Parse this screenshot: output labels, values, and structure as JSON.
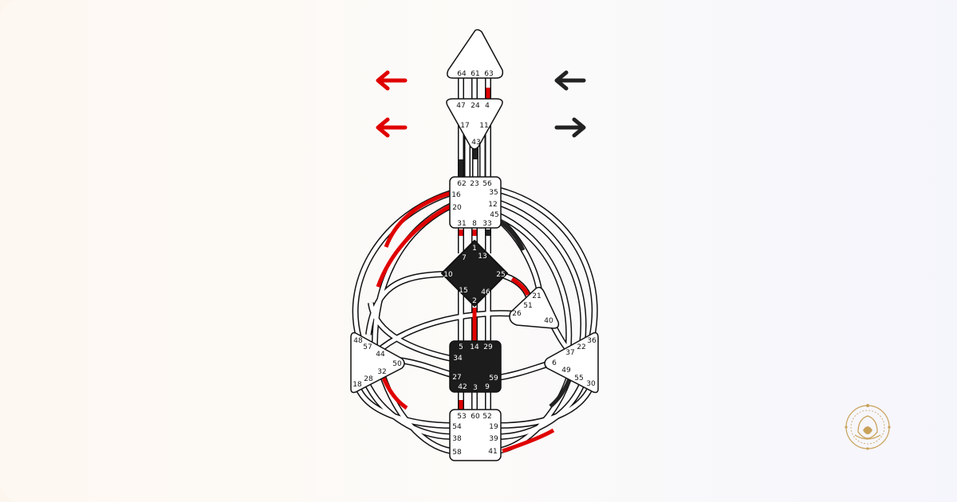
{
  "colors": {
    "design": "#e00000",
    "personality": "#222222",
    "outline": "#111111",
    "open": "#ffffff",
    "defined": "#1c1c1c",
    "logo": "#c9a25a"
  },
  "arrows": {
    "design_top": "left",
    "design_bottom": "left",
    "personality_top": "left",
    "personality_bottom": "right"
  },
  "centers": {
    "head": {
      "name": "head",
      "defined": false,
      "gates": [
        "64",
        "61",
        "63"
      ]
    },
    "ajna": {
      "name": "ajna",
      "defined": false,
      "gates": [
        "47",
        "24",
        "4",
        "17",
        "11",
        "43"
      ]
    },
    "throat": {
      "name": "throat",
      "defined": false,
      "gates": [
        "62",
        "23",
        "56",
        "16",
        "35",
        "20",
        "12",
        "45",
        "31",
        "8",
        "33"
      ]
    },
    "g": {
      "name": "g",
      "defined": true,
      "gates": [
        "1",
        "7",
        "13",
        "10",
        "25",
        "15",
        "46",
        "2"
      ]
    },
    "heart": {
      "name": "heart",
      "defined": false,
      "gates": [
        "21",
        "51",
        "26",
        "40"
      ]
    },
    "spleen": {
      "name": "spleen",
      "defined": false,
      "gates": [
        "48",
        "57",
        "44",
        "50",
        "28",
        "32",
        "18"
      ]
    },
    "sacral": {
      "name": "sacral",
      "defined": true,
      "gates": [
        "5",
        "14",
        "29",
        "34",
        "27",
        "59",
        "42",
        "3",
        "9"
      ]
    },
    "solar_plexus": {
      "name": "solar-plexus",
      "defined": false,
      "gates": [
        "36",
        "22",
        "37",
        "6",
        "49",
        "55",
        "30"
      ]
    },
    "root": {
      "name": "root",
      "defined": false,
      "gates": [
        "53",
        "60",
        "52",
        "54",
        "19",
        "38",
        "39",
        "58",
        "41"
      ]
    }
  }
}
